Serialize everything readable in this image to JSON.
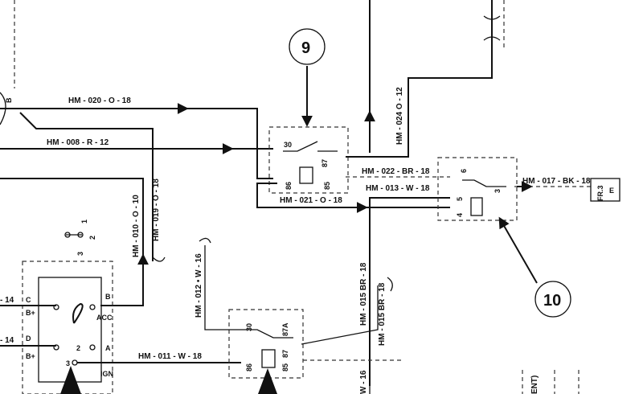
{
  "callouts": {
    "relay_9": "9",
    "relay_10": "10"
  },
  "wires": {
    "hm020": "HM - 020 - O - 18",
    "hm008": "HM - 008 - R - 12",
    "hm024": "HM - 024 O - 12",
    "hm022": "HM - 022 - BR - 18",
    "hm013": "HM - 013 - W - 18",
    "hm021": "HM - 021 - O - 18",
    "hm017": "HM - 017 - BK - 18",
    "hm010": "HM - 010 - O - 10",
    "hm019": "HM - 019 - O - 18",
    "hm012": "HM - 012 • W - 16",
    "hm015a": "HM - 015 BR - 18",
    "hm015b": "HM - 015 BR - 18",
    "hm011": "HM - 011 - W - 18",
    "w16": "W - 16",
    "wire14a": "- 14",
    "wire14b": "- 14"
  },
  "terminals": {
    "relay9": [
      "30",
      "87",
      "86",
      "85"
    ],
    "relay10": [
      "6",
      "3",
      "5",
      "4"
    ],
    "relay_lower": [
      "30",
      "87A",
      "87",
      "86",
      "85"
    ],
    "switch_left": [
      "C",
      "B+",
      "D",
      "B+"
    ],
    "switch_right": [
      "B",
      "ACC",
      "A",
      "IGN"
    ],
    "switch_pos": [
      "1",
      "2",
      "3",
      "2",
      "3"
    ]
  },
  "connectors": {
    "b_top": "B",
    "fr": "FR.3",
    "fr_sub": "E"
  },
  "corner_text": "ENT)"
}
